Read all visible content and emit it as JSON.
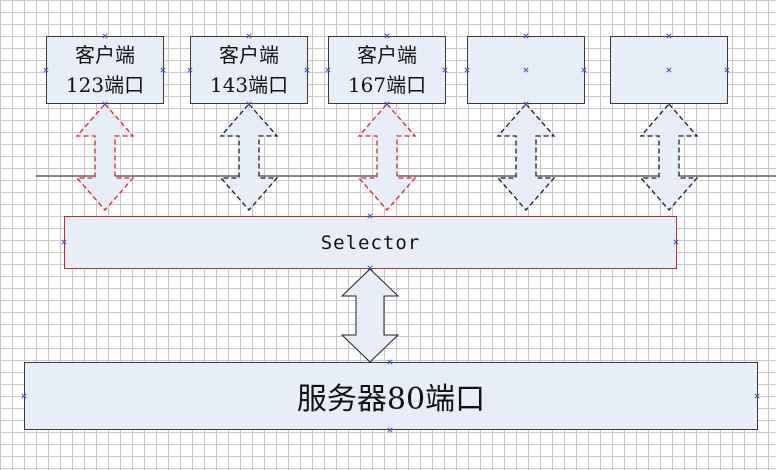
{
  "clients": [
    {
      "line1": "客户端",
      "line2": "123端口",
      "active": true
    },
    {
      "line1": "客户端",
      "line2": "143端口",
      "active": false
    },
    {
      "line1": "客户端",
      "line2": "167端口",
      "active": true
    },
    {
      "line1": "",
      "line2": "",
      "active": false
    },
    {
      "line1": "",
      "line2": "",
      "active": false
    }
  ],
  "selector": {
    "label": "Selector"
  },
  "server": {
    "label": "服务器80端口"
  },
  "colors": {
    "box_fill": "#e8eef7",
    "active_arrow": "#e0202a",
    "inactive_arrow": "#1a1a2e",
    "selector_border": "#c0282d",
    "handle": "#3b4bb8"
  }
}
